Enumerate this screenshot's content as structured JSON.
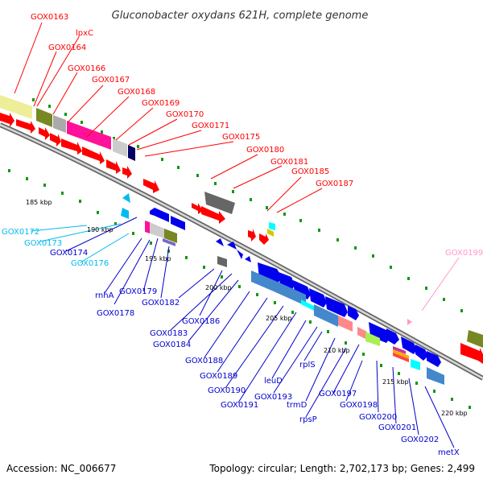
{
  "title": "Gluconobacter oxydans 621H, complete genome",
  "footer": {
    "accession": "Accession: NC_006677",
    "topology": "Topology: circular; Length: 2,702,173 bp; Genes: 2,499"
  },
  "scale_labels": [
    "185 kbp",
    "190 kbp",
    "195 kbp",
    "200 kbp",
    "205 kbp",
    "210 kbp",
    "215 kbp",
    "220 kbp"
  ],
  "genes_forward": [
    "GOX0163",
    "lpxC",
    "GOX0164",
    "GOX0166",
    "GOX0167",
    "GOX0168",
    "GOX0169",
    "GOX0170",
    "GOX0171",
    "GOX0175",
    "GOX0180",
    "GOX0181",
    "GOX0185",
    "GOX0187"
  ],
  "genes_special": [
    "GOX0199"
  ],
  "genes_cyan": [
    "GOX0172",
    "GOX0173",
    "GOX0176"
  ],
  "genes_reverse": [
    "GOX0174",
    "rnhA",
    "GOX0178",
    "GOX0179",
    "GOX0182",
    "GOX0186",
    "GOX0183",
    "GOX0184",
    "GOX0188",
    "GOX0189",
    "GOX0190",
    "GOX0191",
    "leuD",
    "GOX0193",
    "rplS",
    "trmD",
    "rpsP",
    "GOX0197",
    "GOX0198",
    "GOX0200",
    "GOX0201",
    "GOX0202",
    "metX"
  ],
  "colors": {
    "forward": "#ff0000",
    "reverse": "#0000ff",
    "cyan": "#00bbee",
    "pink": "#ff99cc",
    "tick": "#119911",
    "backbone": "#888888"
  }
}
